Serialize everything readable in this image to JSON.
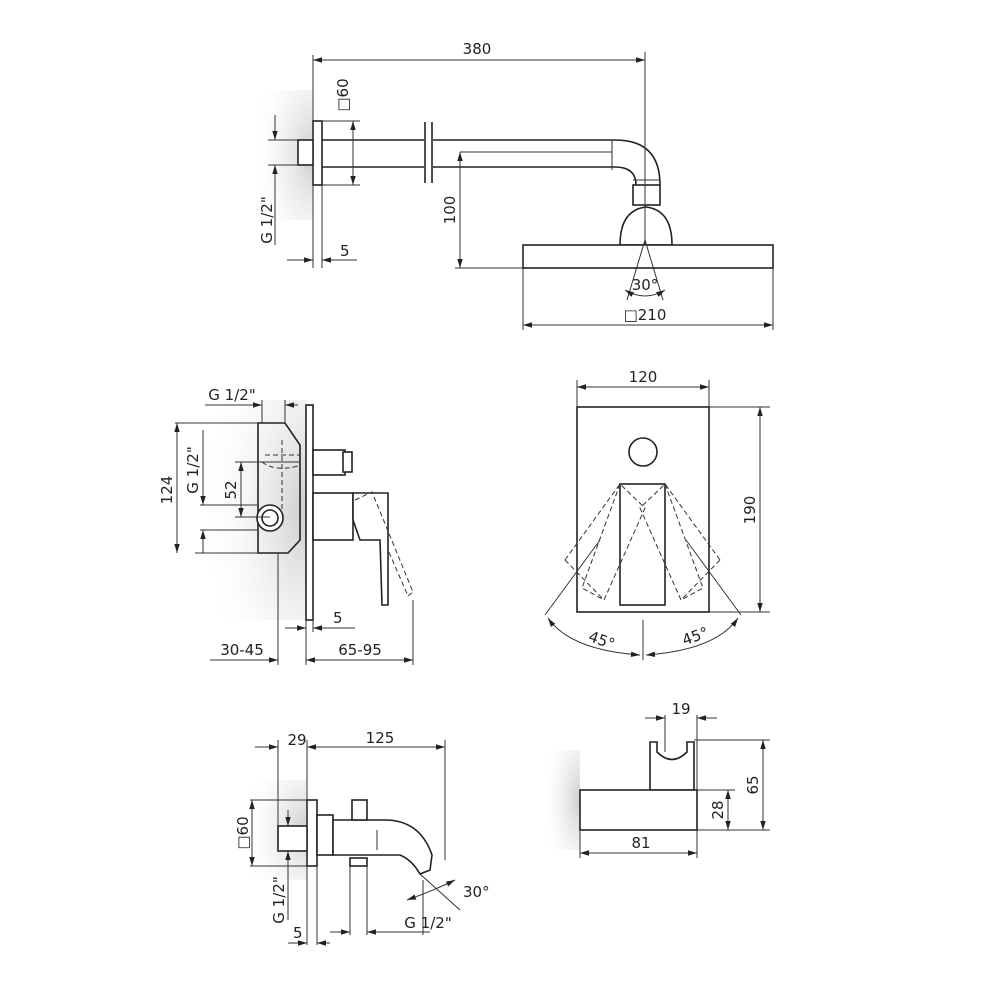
{
  "shower_arm": {
    "length": "380",
    "flange": "□60",
    "thread": "G 1/2\"",
    "flange_depth": "5",
    "drop": "100",
    "head_size": "□210",
    "spray_angle": "30°"
  },
  "mixer_side": {
    "top_thread": "G 1/2\"",
    "height": "124",
    "thread": "G 1/2\"",
    "spacing": "52",
    "plate": "5",
    "depth": "30-45",
    "projection": "65-95"
  },
  "mixer_front": {
    "width": "120",
    "height": "190",
    "angle_left": "45°",
    "angle_right": "45°"
  },
  "spout": {
    "flange_depth": "29",
    "length": "125",
    "flange": "□60",
    "thread": "G 1/2\"",
    "plate": "5",
    "outlet_thread": "G 1/2\"",
    "angle": "30°"
  },
  "holder": {
    "hook": "19",
    "height": "65",
    "body_height": "28",
    "length": "81"
  }
}
